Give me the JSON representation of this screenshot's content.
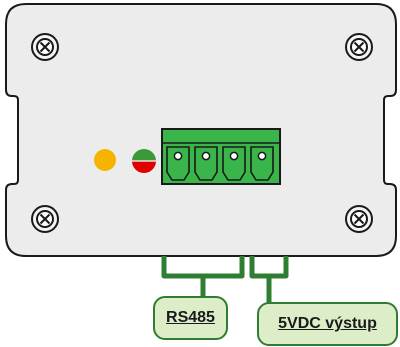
{
  "labels": {
    "rs485": "RS485",
    "power": "5VDC výstup"
  },
  "leds": [
    {
      "name": "led-yellow",
      "color": "#f6b400"
    },
    {
      "name": "led-red-green",
      "top_color": "#3a9a3a",
      "bottom_color": "#e00000"
    }
  ],
  "terminal_block": {
    "pins": 4,
    "color": "#39b54a"
  },
  "colors": {
    "enclosure_border": "#1a1a1a",
    "wire": "#2e7d32",
    "label_fill": "#dcedc8"
  }
}
